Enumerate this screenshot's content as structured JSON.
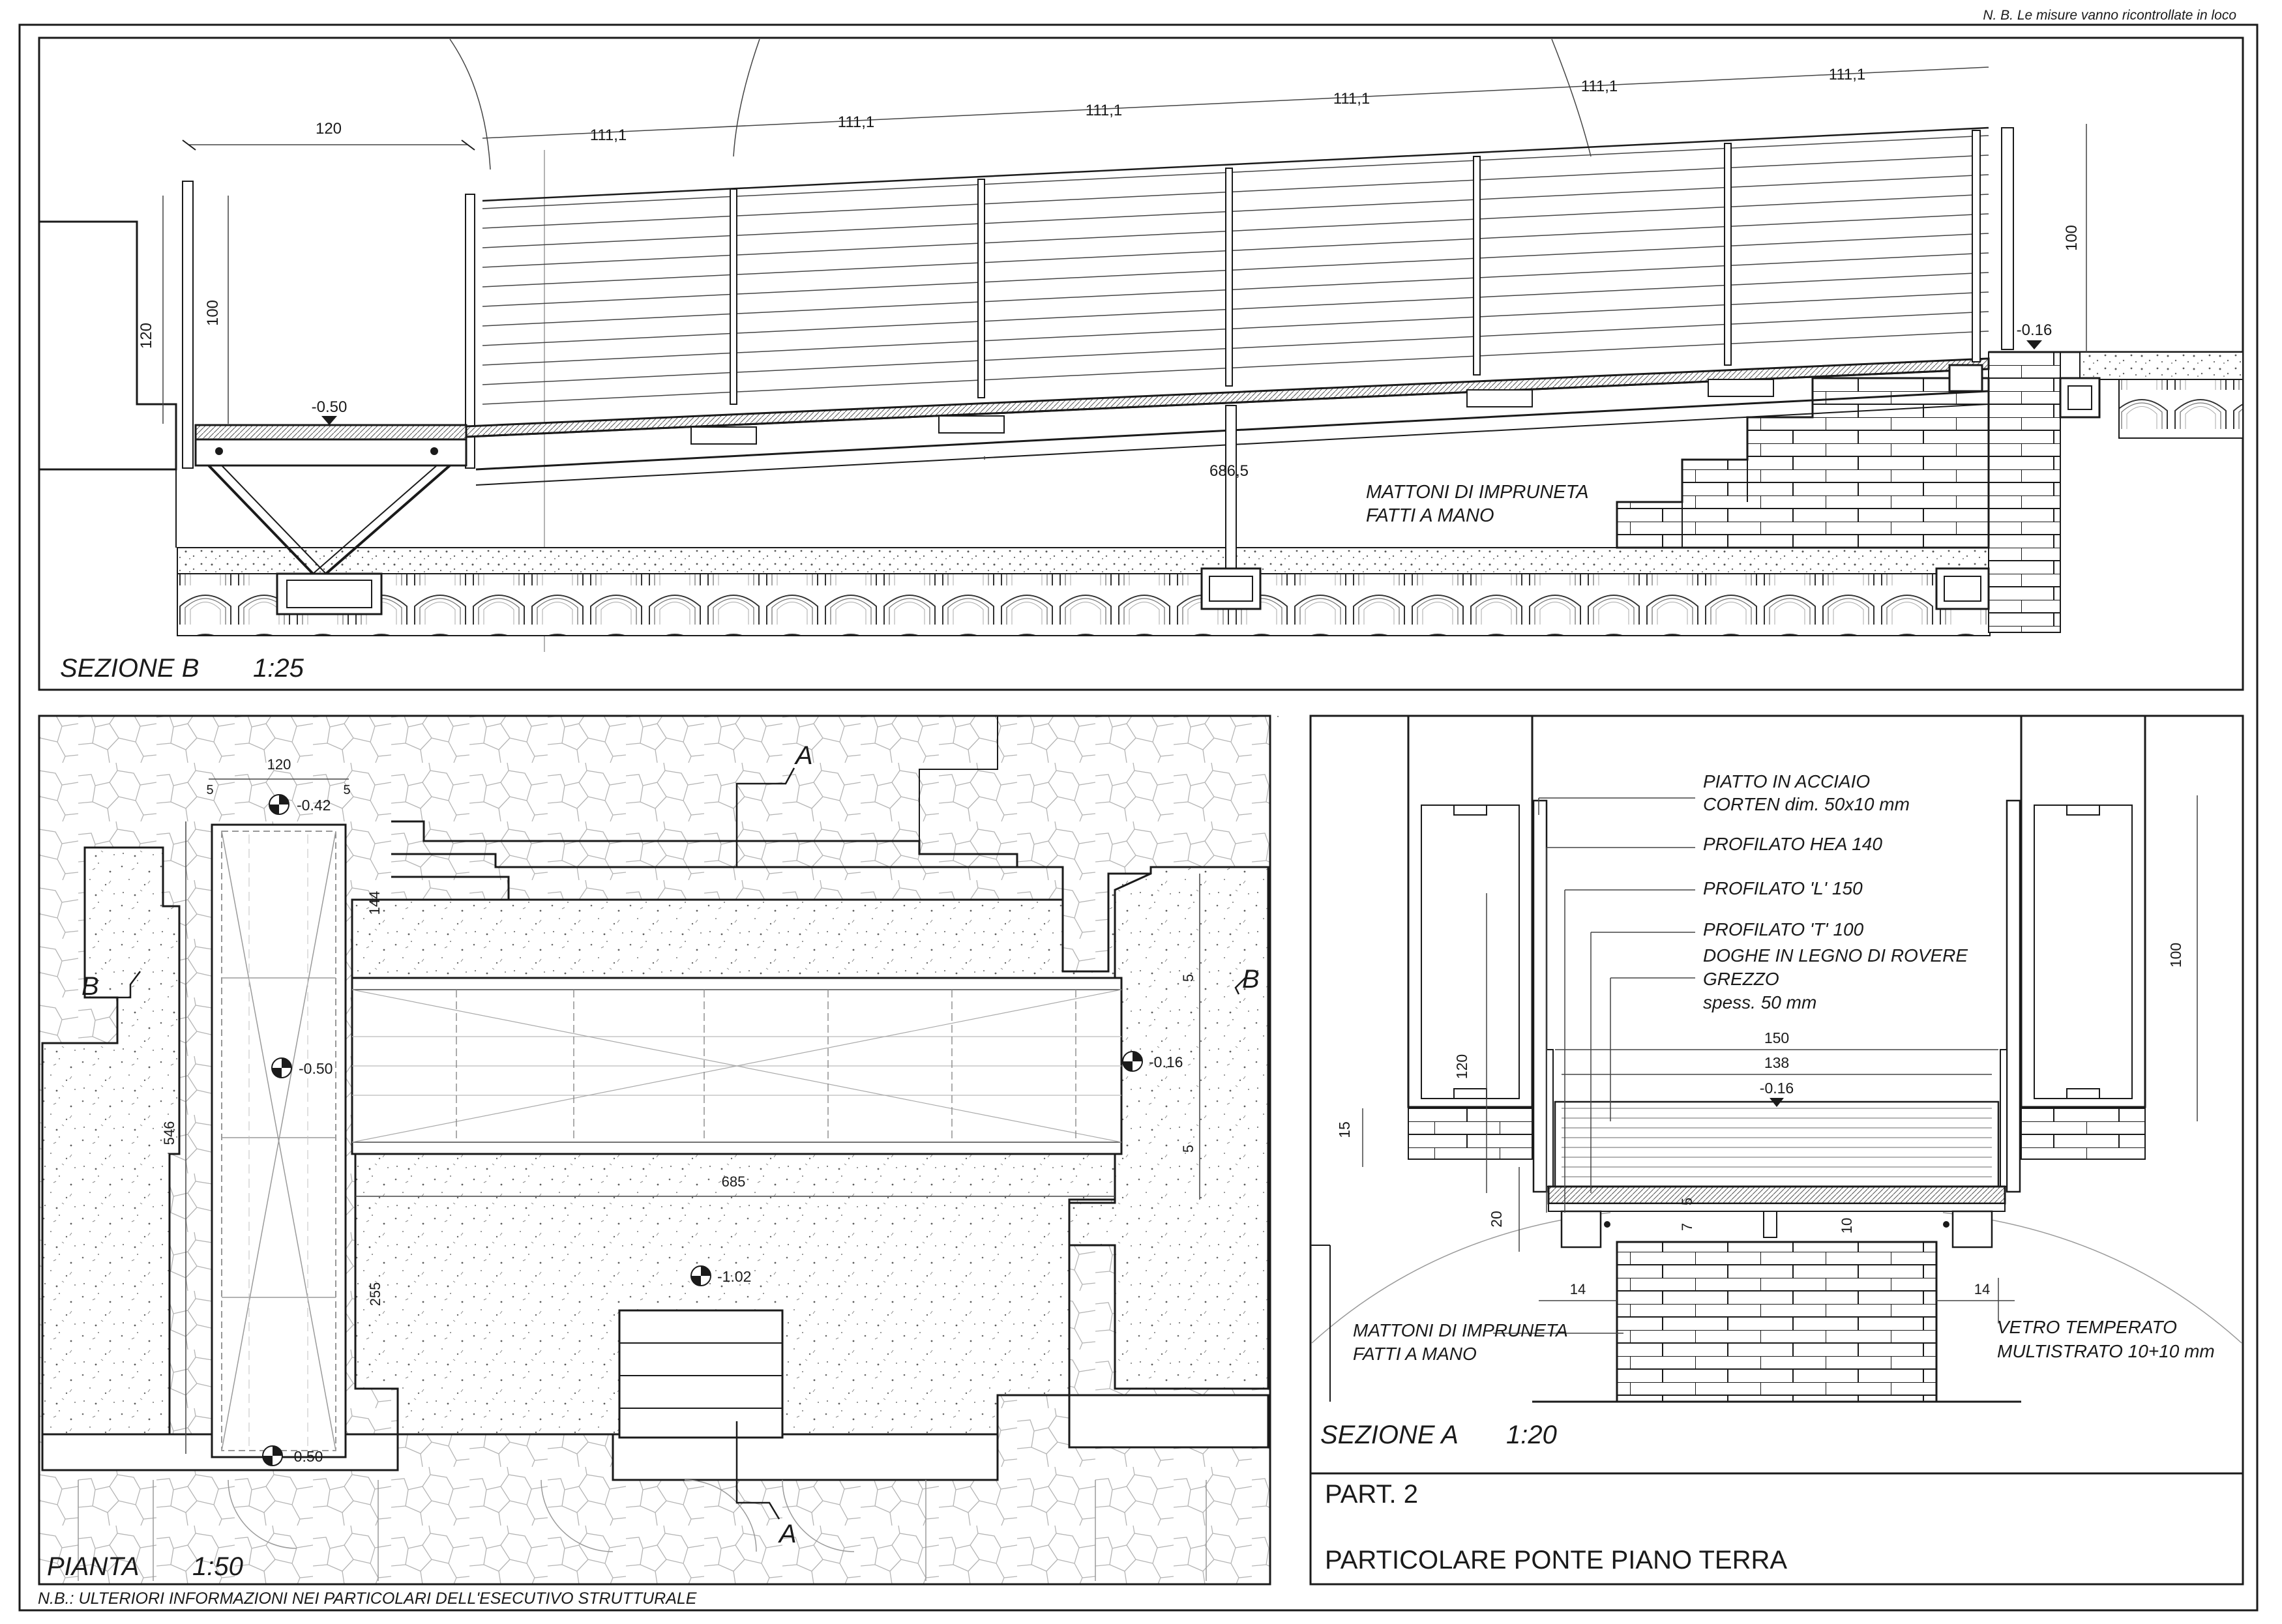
{
  "header_note": "N. B. Le misure vanno ricontrollate in loco",
  "footer_note": "N.B.: ULTERIORI INFORMAZIONI NEI PARTICOLARI DELL'ESECUTIVO STRUTTURALE",
  "sezione_b": {
    "title": "SEZIONE B",
    "scale": "1:25",
    "dims": {
      "span_120": "120",
      "spans": [
        "111,1",
        "111,1",
        "111,1",
        "111,1",
        "111,1",
        "111,1"
      ],
      "height_120": "120",
      "height_100_left": "100",
      "height_100_right": "100",
      "length_686": "686,5"
    },
    "levels": {
      "left": "-0.50",
      "right": "-0.16"
    },
    "note_lines": [
      "MATTONI DI IMPRUNETA",
      "FATTI A MANO"
    ]
  },
  "pianta": {
    "title": "PIANTA",
    "scale": "1:50",
    "section_marks": {
      "a_top": "A",
      "a_bottom": "A",
      "b_left": "B",
      "b_right": "B"
    },
    "dims": {
      "width_120": "120",
      "side_5_left": "5",
      "side_5_right": "5",
      "d_144": "144",
      "d_546": "546",
      "d_685": "685",
      "d_255": "255",
      "d_5_upper": "5",
      "d_5_lower": "5"
    },
    "levels": {
      "top": "-0.42",
      "mid": "-0.50",
      "right": "-0.16",
      "centre": "-1.02",
      "bottom": "-0.50"
    }
  },
  "sezione_a": {
    "title": "SEZIONE A",
    "scale": "1:20",
    "labels": {
      "piatto_1": "PIATTO IN ACCIAIO",
      "piatto_2": "CORTEN dim. 50x10 mm",
      "hea": "PROFILATO HEA 140",
      "l150": "PROFILATO 'L' 150",
      "t100": "PROFILATO 'T' 100",
      "doghe_1": "DOGHE IN LEGNO DI ROVERE",
      "doghe_2": "GREZZO",
      "doghe_3": "spess. 50 mm",
      "mattoni_1": "MATTONI DI IMPRUNETA",
      "mattoni_2": "FATTI A MANO",
      "vetro_1": "VETRO TEMPERATO",
      "vetro_2": "MULTISTRATO 10+10 mm"
    },
    "dims": {
      "d_150": "150",
      "d_138": "138",
      "d_120": "120",
      "d_100": "100",
      "d_15": "15",
      "d_20": "20",
      "d_5": "5",
      "d_7": "7",
      "d_10": "10",
      "d_14_left": "14",
      "d_14_right": "14"
    },
    "level": "-0.16"
  },
  "title_block": {
    "part": "PART. 2",
    "title": "PARTICOLARE PONTE PIANO TERRA"
  }
}
